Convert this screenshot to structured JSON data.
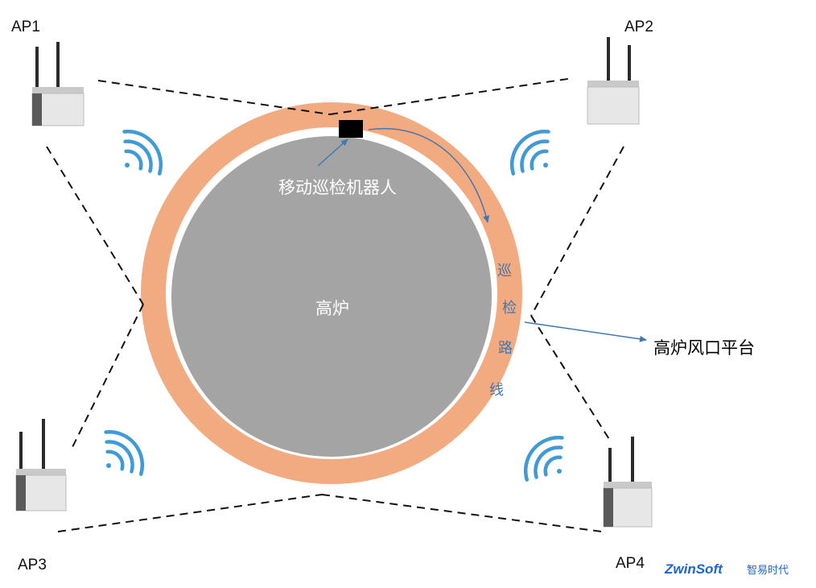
{
  "access_points": [
    {
      "id": "ap1",
      "label": "AP1"
    },
    {
      "id": "ap2",
      "label": "AP2"
    },
    {
      "id": "ap3",
      "label": "AP3"
    },
    {
      "id": "ap4",
      "label": "AP4"
    }
  ],
  "furnace": {
    "label": "高炉"
  },
  "robot": {
    "label": "移动巡检机器人"
  },
  "inspection_path": {
    "chars": [
      "巡",
      "检",
      "路",
      "线"
    ]
  },
  "platform": {
    "label": "高炉风口平台"
  },
  "brand": {
    "name": "ZwinSoft",
    "chinese": "智易时代"
  },
  "colors": {
    "ring": "#f2ab80",
    "furnace": "#a4a4a4",
    "signal": "#3f9ad6",
    "arrow": "#3f78b4"
  }
}
